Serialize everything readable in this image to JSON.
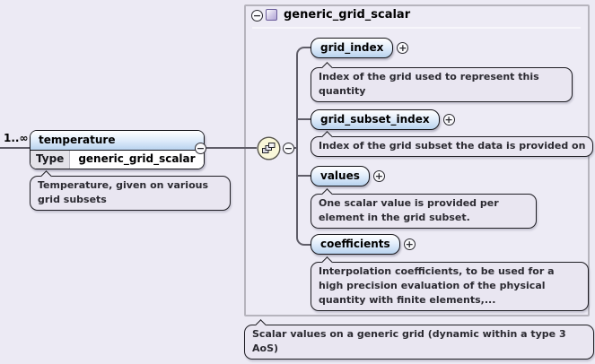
{
  "icons": {
    "collapse": "−",
    "expand": "+",
    "sequence_icon": "sequence-compositor",
    "complex_type_icon": "complex-type-square"
  },
  "colors": {
    "background": "#eceaf4",
    "panel_background": "#edebf5",
    "panel_border": "#b6b4bd",
    "element_fill_blue": "#b9d3ef",
    "annotation_fill": "#e9e6f1",
    "sequence_fill": "#f9f7d9",
    "complex_type_purple": "#b2a6d6",
    "line": "#5f5d68"
  },
  "root_element": {
    "cardinality": "1..∞",
    "name": "temperature",
    "type_label": "Type",
    "type_value": "generic_grid_scalar",
    "annotation": "Temperature, given on various grid subsets"
  },
  "container": {
    "title": "generic_grid_scalar",
    "annotation": "Scalar values on a generic grid (dynamic within a type 3 AoS)",
    "children": [
      {
        "name": "grid_index",
        "annotation": "Index of the grid used to represent this quantity"
      },
      {
        "name": "grid_subset_index",
        "annotation": "Index of the grid subset the data is provided on"
      },
      {
        "name": "values",
        "annotation": "One scalar value is provided per element in the grid subset."
      },
      {
        "name": "coefficients",
        "annotation": "Interpolation coefficients, to be used for a high precision evaluation of the physical quantity with finite elements,..."
      }
    ]
  }
}
